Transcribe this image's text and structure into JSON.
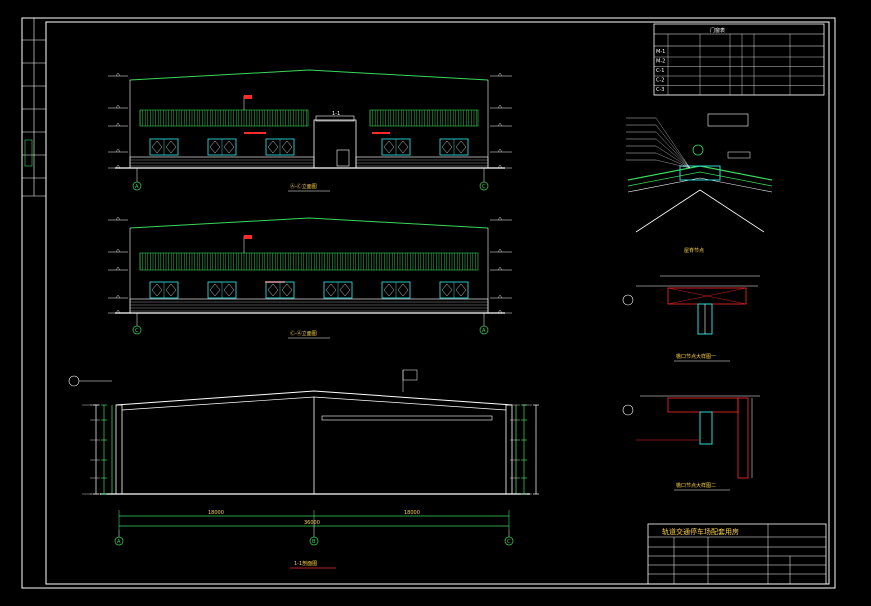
{
  "colors": {
    "background": "#000000",
    "frame": "#ffffff",
    "wall": "#39d85a",
    "cladding": "#39d85a",
    "window": "#2fd6d6",
    "red_accent": "#ff2a2a",
    "yellow": "#ffd24a",
    "cyan": "#2fd6d6"
  },
  "title_block": {
    "title": "轨道交通停车场配套用房"
  },
  "elevation_1": {
    "caption": "Ⓐ-Ⓒ立面图",
    "axis_left": "A",
    "axis_right": "C",
    "door_label": "1-1"
  },
  "elevation_2": {
    "caption": "Ⓒ-Ⓐ立面图",
    "axis_left": "C",
    "axis_right": "A"
  },
  "section": {
    "caption": "1-1剖面图",
    "axis_left": "A",
    "axis_mid": "B",
    "axis_right": "C",
    "span_left": "18000",
    "span_right": "18000",
    "span_total": "36000"
  },
  "details": {
    "ridge_caption": "屋脊节点",
    "detail1_caption": "檐口节点大样图一",
    "detail2_caption": "檐口节点大样图二"
  },
  "door_schedule": {
    "title": "门窗表",
    "rows": [
      "M-1",
      "M-2",
      "C-1",
      "C-2",
      "C-3"
    ]
  }
}
